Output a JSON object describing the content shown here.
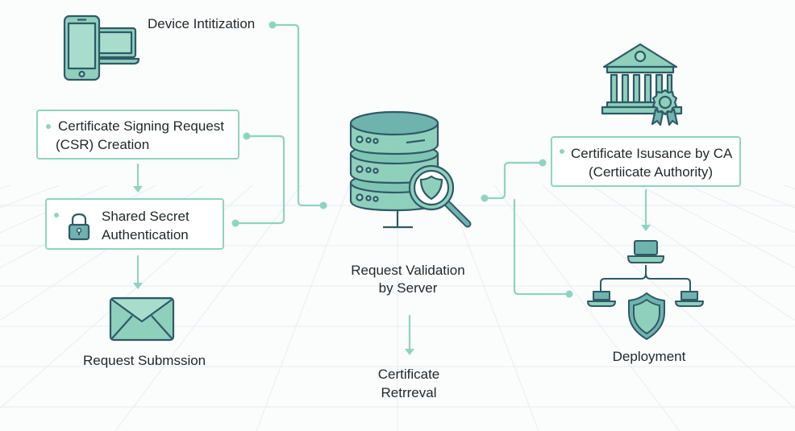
{
  "diagram": {
    "accent_color": "#8fd4c0",
    "icon_stroke_color": "#2f5a66",
    "icon_fill_color": "#8fd0bd",
    "steps": {
      "device_init": {
        "label": "Device Intitization",
        "icon": "devices-icon"
      },
      "csr_creation": {
        "line1": "Certificate Signing Request",
        "line2": "(CSR) Creation"
      },
      "shared_secret": {
        "line1": "Shared Secret",
        "line2": "Authentication",
        "icon": "lock-icon"
      },
      "request_submission": {
        "label": "Request Submssion",
        "icon": "envelope-icon"
      },
      "request_validation": {
        "line1": "Request Validation",
        "line2": "by Server",
        "icon": "database-search-icon"
      },
      "certificate_retrieval": {
        "line1": "Certificate",
        "line2": "Retrreval"
      },
      "ca_issuance": {
        "line1": "Certificate Isusance by CA",
        "line2": "(Certiicate Authority)",
        "icon": "bank-certificate-icon"
      },
      "deployment": {
        "label": "Deployment",
        "icon": "network-shield-icon"
      }
    }
  }
}
